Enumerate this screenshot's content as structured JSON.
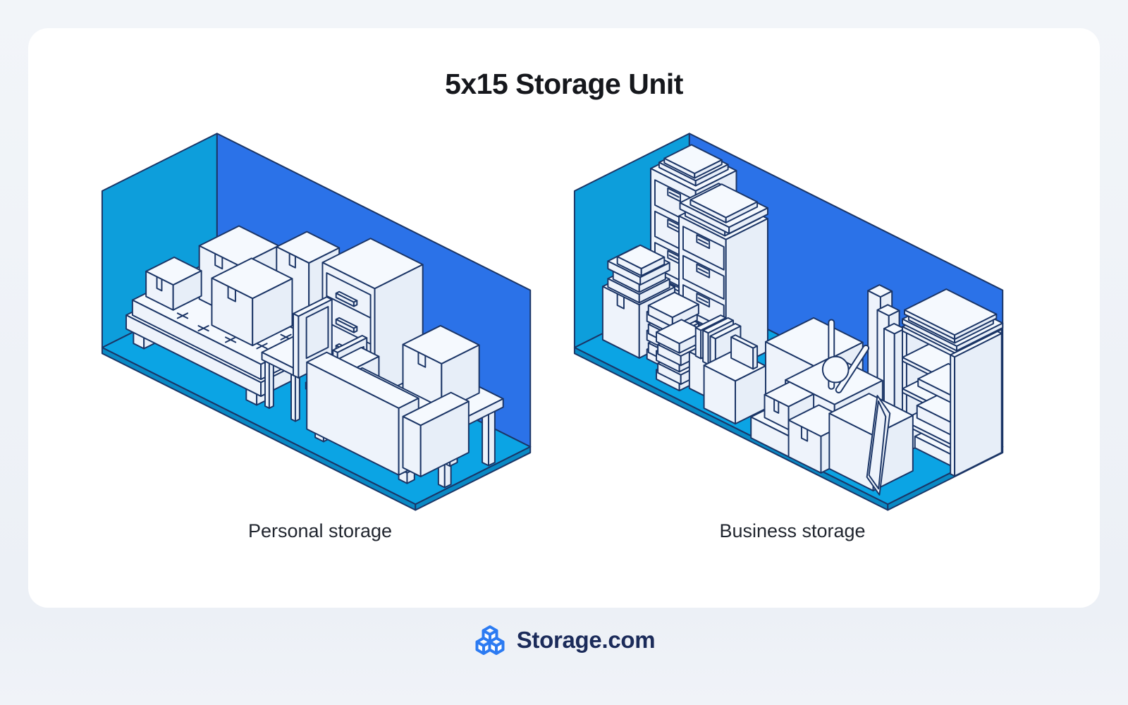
{
  "title": "5x15 Storage Unit",
  "units": [
    {
      "label": "Personal storage"
    },
    {
      "label": "Business storage"
    }
  ],
  "logo": {
    "text": "Storage.com"
  },
  "colors": {
    "page_bg": "#F2F5F9",
    "card_bg": "#FFFFFF",
    "title_color": "#15171C",
    "caption_color": "#21262F",
    "logo_blue": "#2C7BF2",
    "logo_text_color": "#1B2B5A",
    "outline": "#1B3566",
    "wall_cyan": "#0D9EDB",
    "wall_blue": "#2B72E8",
    "floor": "#0BA4E4",
    "floor_edge": "#0989C4",
    "fill_top": "#F5F9FE",
    "fill_left": "#EEF3FB",
    "fill_right": "#E7EEF8"
  }
}
